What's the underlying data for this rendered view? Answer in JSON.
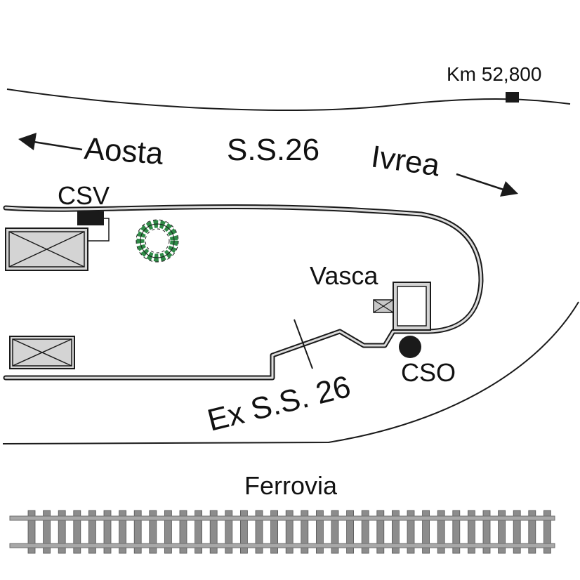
{
  "labels": {
    "km": "Km 52,800",
    "aosta": "Aosta",
    "ss26": "S.S.26",
    "ivrea": "Ivrea",
    "csv": "CSV",
    "vasca": "Vasca",
    "cso": "CSO",
    "ex_ss26": "Ex S.S. 26",
    "ferrovia": "Ferrovia"
  },
  "colors": {
    "line": "#1a1a1a",
    "pipe_fill": "#dcdcdc",
    "building_fill": "#d4d4d4",
    "tree": "#2f8a47",
    "rail": "#9a9a9a",
    "sleeper": "#8c8c8c"
  }
}
